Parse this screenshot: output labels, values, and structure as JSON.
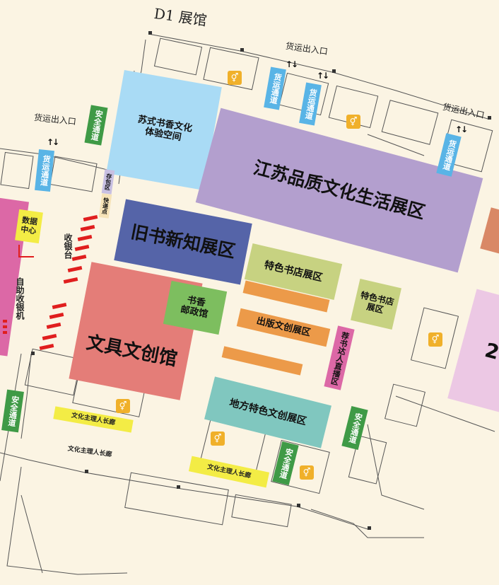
{
  "hall_title": "D1 展馆",
  "cargo_entrance": "货运出入口",
  "cargo_passage": "货运通道",
  "safety_passage": "安全通道",
  "zones": {
    "suzhou_book": "苏式书香文化\n体验空间",
    "jiangsu_quality": "江苏品质文化生活展区",
    "old_books": "旧书新知展区",
    "stationery": "文具文创馆",
    "shuxiang_post": "书香\n邮政馆",
    "featured_bookstore_1": "特色书店展区",
    "featured_bookstore_2": "特色书店\n展区",
    "publishing": "出版文创展区",
    "local_creative": "地方特色文创展区",
    "recommender_live": "荐书达人直播区",
    "data_center": "数据\n中心",
    "cashier": "收银台",
    "self_checkout": "自助收银机",
    "storage": "存包区",
    "express": "快递点",
    "right_edge": "2"
  },
  "host_corridor": "文化主理人长廊",
  "restroom_icon": "restroom-icon",
  "colors": {
    "background": "#fbf4e3",
    "lavender": "#b39fce",
    "navy": "#5564a8",
    "salmon": "#e47d78",
    "green": "#7dbe5f",
    "olive": "#c7d281",
    "orange": "#ec9a49",
    "teal": "#80c7bf",
    "pink": "#dc68a6",
    "light_blue": "#a9dbf5",
    "yellow": "#f3ec45",
    "safety_green": "#3f9a46",
    "cargo_blue": "#59b4e6"
  }
}
